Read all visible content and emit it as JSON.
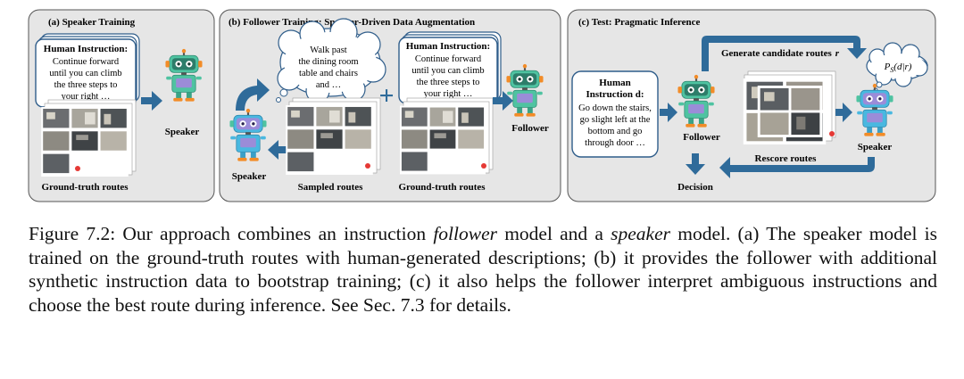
{
  "panels": {
    "a": {
      "title": "(a) Speaker Training",
      "instruction_title": "Human Instruction:",
      "instruction_lines": [
        "Continue forward",
        "until you can climb",
        "the three steps to",
        "your right …"
      ],
      "robot_label": "Speaker",
      "routes_label": "Ground-truth routes"
    },
    "b": {
      "title": "(b) Follower Training: Speaker-Driven Data Augmentation",
      "thought_lines": [
        "Walk past",
        "the dining room",
        "table and chairs",
        "and …"
      ],
      "instruction_title": "Human Instruction:",
      "instruction_lines": [
        "Continue forward",
        "until you can climb",
        "the three steps to",
        "your right …"
      ],
      "speaker_label": "Speaker",
      "follower_label": "Follower",
      "sampled_label": "Sampled routes",
      "gt_label": "Ground-truth routes",
      "plus": "+"
    },
    "c": {
      "title": "(c) Test: Pragmatic Inference",
      "instruction_title_1": "Human",
      "instruction_title_2": "Instruction d:",
      "instruction_lines": [
        "Go down the stairs,",
        "go slight left at the",
        "bottom and go",
        "through door …"
      ],
      "generate_label": "Generate candidate routes",
      "generate_var": "r",
      "prob_label": "P",
      "prob_sub": "S",
      "prob_args": "(d|r)",
      "follower_label": "Follower",
      "speaker_label": "Speaker",
      "rescore_label": "Rescore routes",
      "decision_label": "Decision"
    }
  },
  "caption": {
    "part1": "Figure 7.2: Our approach combines an instruction ",
    "follower_word": "follower",
    "part2": " model and a ",
    "speaker_word": "speaker",
    "part3": " model. (a) The speaker model is trained on the ground-truth routes with human-generated descriptions; (b) it provides the follower with additional synthetic instruction data to bootstrap training; (c) it also helps the follower interpret ambiguous instructions and choose the best route during inference. See Sec. 7.3 for details."
  },
  "colors": {
    "panel_bg": "#e6e6e6",
    "arrow": "#2f6b9a",
    "robot_teal": "#4fc3a1",
    "robot_blue": "#49b8e0",
    "robot_purple": "#9b8cd8"
  }
}
